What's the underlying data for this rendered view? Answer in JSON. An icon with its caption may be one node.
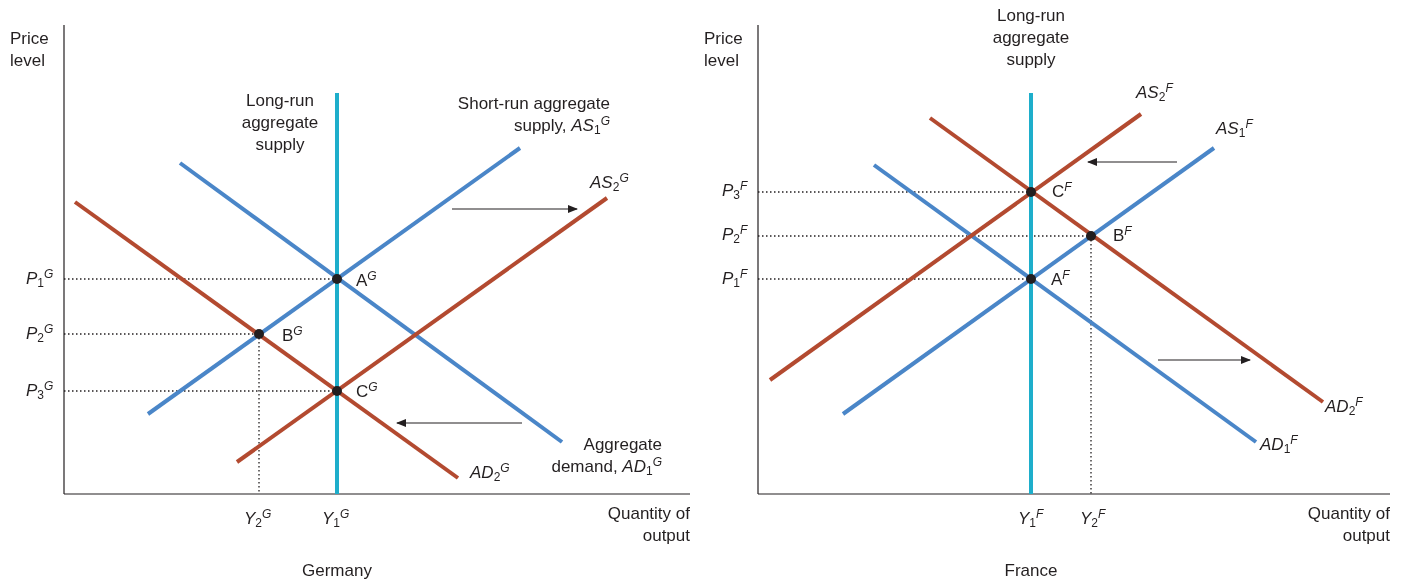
{
  "diagram": {
    "labels": [
      "Price level",
      "Long-run aggregate supply",
      "Short-run aggregate supply, *AS*$_{1}$$^{G}$",
      "*AS*$_{2}$$^{G}$",
      "*P*$_{1}$$^{G}$",
      "*P*$_{2}$$^{G}$",
      "*P*$_{3}$$^{G}$",
      "A$^{G}$",
      "B$^{G}$",
      "C$^{G}$",
      "Aggregate demand, *AD*$_{1}$$^{G}$",
      "*AD*$_{2}$$^{G}$",
      "*Y*$_{2}$$^{G}$",
      "*Y*$_{1}$$^{G}$",
      "Quantity of output",
      "Germany",
      "Price level",
      "Long-run aggregate supply",
      "*AS*$_{2}$$^{F}$",
      "*AS*$_{1}$$^{F}$",
      "*P*$_{3}$$^{F}$",
      "*P*$_{2}$$^{F}$",
      "*P*$_{1}$$^{F}$",
      "C$^{F}$",
      "B$^{F}$",
      "A$^{F}$",
      "*AD*$_{2}$$^{F}$",
      "*AD*$_{1}$$^{F}$",
      "*Y*$_{1}$$^{F}$",
      "*Y*$_{2}$$^{F}$",
      "Quantity of output",
      "France"
    ]
  }
}
